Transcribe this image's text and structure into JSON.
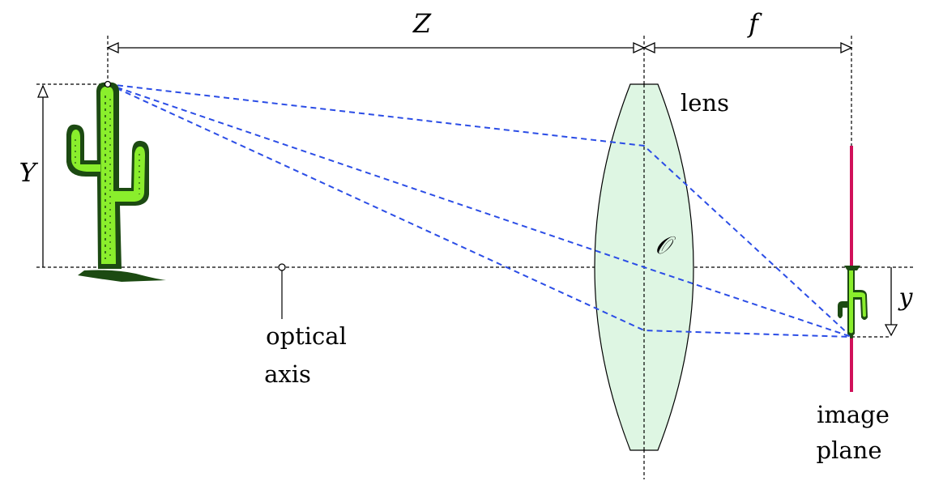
{
  "labels": {
    "object_distance": "Z",
    "focal_length": "f",
    "object_height": "Y",
    "image_height": "y",
    "lens": "lens",
    "optical_center": "𝒪",
    "optical_axis_line1": "optical",
    "optical_axis_line2": "axis",
    "image_plane_line1": "image",
    "image_plane_line2": "plane"
  },
  "colors": {
    "lens_fill": "#def6e3",
    "ray": "#2b4de6",
    "image_plane": "#d0105a",
    "cactus_light": "#8aee2c",
    "cactus_dark": "#1c4a12"
  },
  "icons": {
    "object": "cactus-icon",
    "image": "inverted-cactus-icon"
  }
}
